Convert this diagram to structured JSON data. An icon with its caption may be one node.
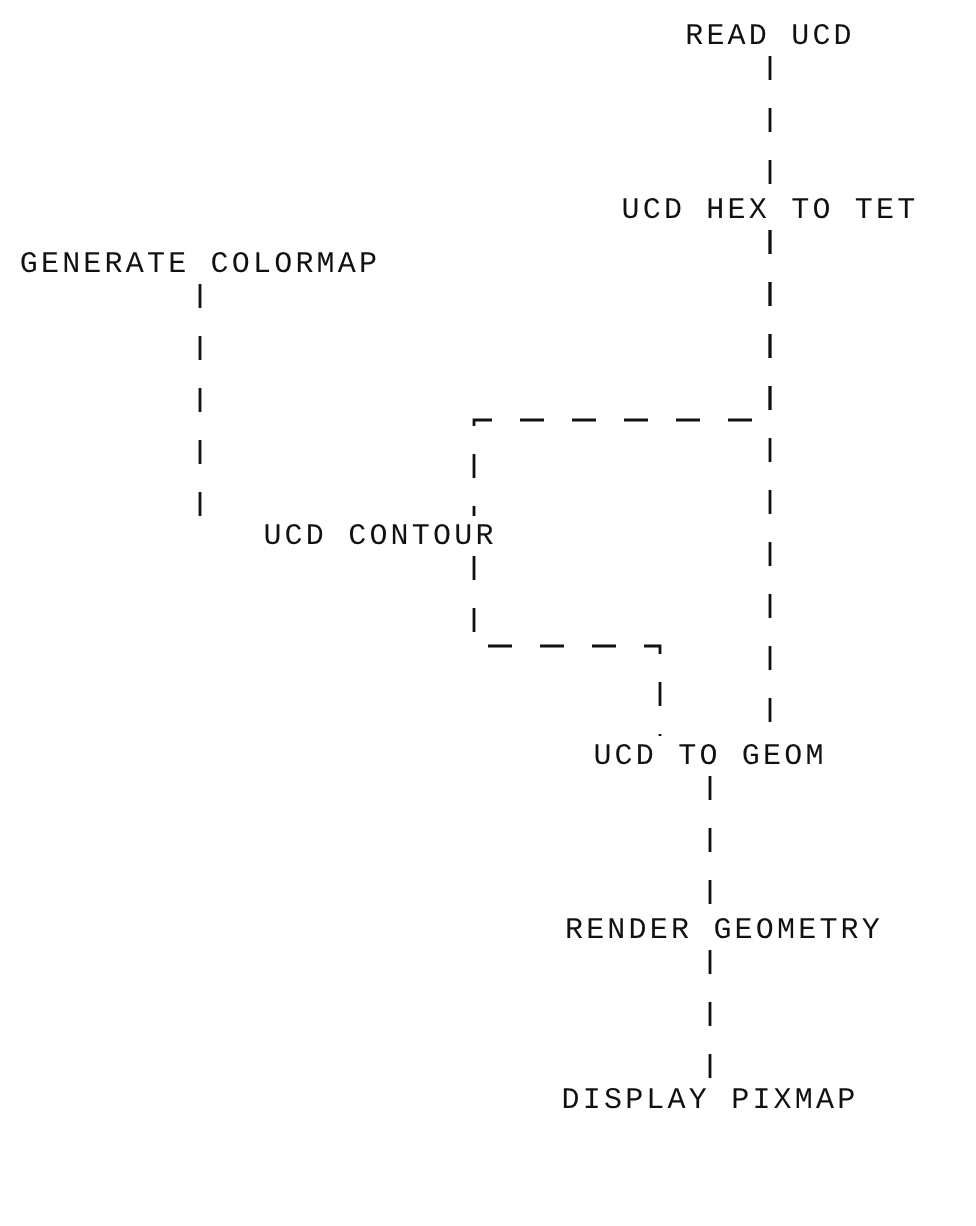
{
  "diagram": {
    "nodes": [
      {
        "text": [
          "READ UCD"
        ]
      },
      {
        "text": [
          "UCD HEX TO TET"
        ]
      },
      {
        "text": [
          "GENERATE COLORMAP"
        ]
      },
      {
        "text": [
          "UCD CONTOUR"
        ]
      },
      {
        "text": [
          "UCD TO GEOM"
        ]
      },
      {
        "text": [
          "RENDER GEOMETRY"
        ]
      },
      {
        "text": [
          "DISPLAY PIXMAP"
        ]
      }
    ],
    "edges": [
      {
        "from": 0,
        "to": 1,
        "arrow": "none"
      },
      {
        "from": 1,
        "to": 3,
        "arrow": "none"
      },
      {
        "from": 1,
        "to": 4,
        "arrow": "none"
      },
      {
        "from": 2,
        "to": 3,
        "arrow": "none"
      },
      {
        "from": 3,
        "to": 4,
        "arrow": "none"
      },
      {
        "from": 4,
        "to": 5,
        "arrow": "none"
      },
      {
        "from": 5,
        "to": 6,
        "arrow": "none"
      }
    ]
  }
}
